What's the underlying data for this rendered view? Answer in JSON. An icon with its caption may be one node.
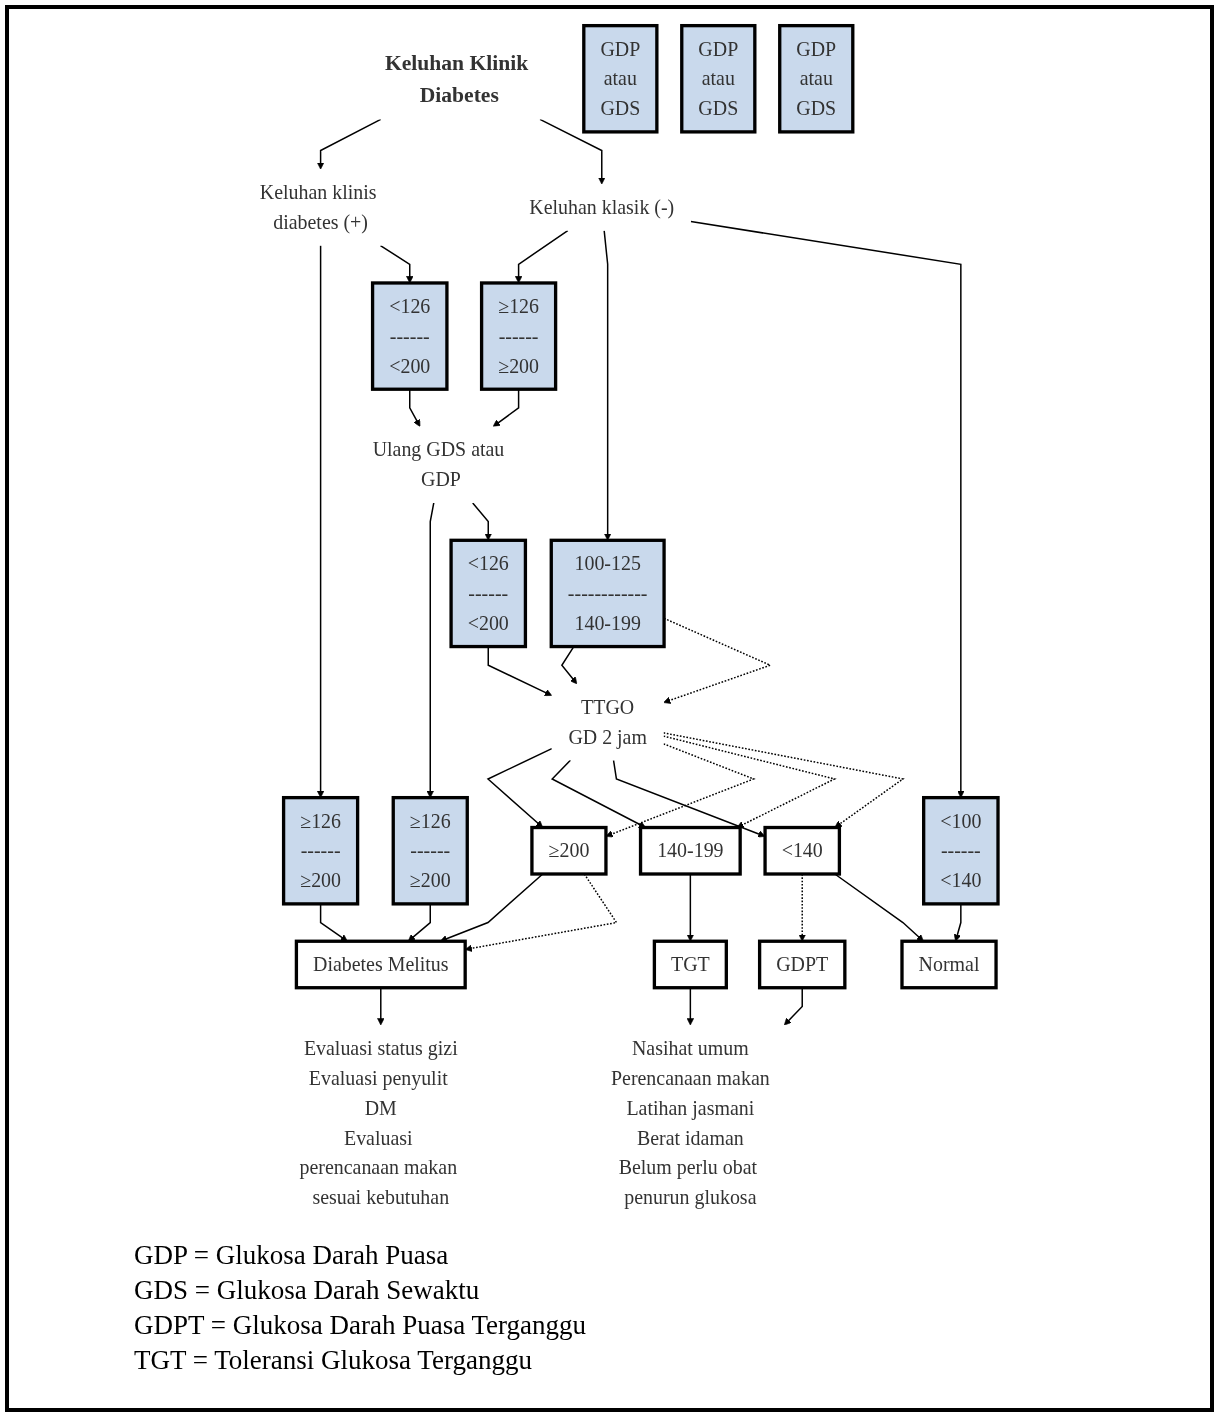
{
  "diagram": {
    "nodes": [
      {
        "text": [
          "Keluhan Klinik Diabetes"
        ]
      },
      {
        "text": [
          "Keluhan klinis diabetes (+)"
        ]
      },
      {
        "text": [
          "Keluhan klasik (-)"
        ]
      },
      {
        "text": [
          "GDP",
          "atau",
          "GDS"
        ]
      },
      {
        "text": [
          "≥126",
          "------",
          "≥200"
        ]
      },
      {
        "text": [
          "<126",
          "------",
          "<200"
        ]
      },
      {
        "text": [
          "GDP",
          "atau",
          "GDS"
        ]
      },
      {
        "text": [
          "≥126",
          "------",
          "≥200"
        ]
      },
      {
        "text": [
          "100-125",
          "------------",
          "140-199"
        ]
      },
      {
        "text": [
          "<100",
          "------",
          "<140"
        ]
      },
      {
        "text": [
          "Ulang GDS atau GDP"
        ]
      },
      {
        "text": [
          "GDP",
          "atau",
          "GDS"
        ]
      },
      {
        "text": [
          "≥126",
          "------",
          "≥200"
        ]
      },
      {
        "text": [
          "<126",
          "------",
          "<200"
        ]
      },
      {
        "text": [
          "TTGO",
          "GD 2 jam"
        ]
      },
      {
        "text": [
          "≥200"
        ]
      },
      {
        "text": [
          "140-199"
        ]
      },
      {
        "text": [
          "<140"
        ]
      },
      {
        "text": [
          "Diabetes Melitus"
        ]
      },
      {
        "text": [
          "TGT"
        ]
      },
      {
        "text": [
          "GDPT"
        ]
      },
      {
        "text": [
          "Normal"
        ]
      },
      {
        "text": [
          "Evaluasi status gizi",
          "Evaluasi penyulit DM",
          "Evaluasi perencanaan makan sesuai kebutuhan"
        ]
      },
      {
        "text": [
          "Nasihat umum",
          "Perencanaan makan",
          "Latihan jasmani",
          "Berat idaman",
          "Belum perlu obat penurun glukosa"
        ]
      }
    ],
    "edges": [
      {
        "from": 0,
        "to": 1,
        "arrow": "to"
      },
      {
        "from": 0,
        "to": 2,
        "arrow": "to"
      },
      {
        "from": 1,
        "to": 4,
        "arrow": "to"
      },
      {
        "from": 1,
        "to": 5,
        "arrow": "to"
      },
      {
        "from": 2,
        "to": 7,
        "arrow": "to"
      },
      {
        "from": 2,
        "to": 8,
        "arrow": "to"
      },
      {
        "from": 2,
        "to": 9,
        "arrow": "to"
      },
      {
        "from": 4,
        "to": 18,
        "arrow": "to"
      },
      {
        "from": 5,
        "to": 10,
        "arrow": "to"
      },
      {
        "from": 7,
        "to": 10,
        "arrow": "to"
      },
      {
        "from": 8,
        "to": 14,
        "arrow": "to"
      },
      {
        "from": 8,
        "to": 14,
        "arrow": "to",
        "style": "dashed"
      },
      {
        "from": 9,
        "to": 21,
        "arrow": "to"
      },
      {
        "from": 10,
        "to": 12,
        "arrow": "to"
      },
      {
        "from": 10,
        "to": 13,
        "arrow": "to"
      },
      {
        "from": 13,
        "to": 14,
        "arrow": "to"
      },
      {
        "from": 12,
        "to": 18,
        "arrow": "to"
      },
      {
        "from": 14,
        "to": 15,
        "arrow": "to"
      },
      {
        "from": 14,
        "to": 16,
        "arrow": "to"
      },
      {
        "from": 14,
        "to": 17,
        "arrow": "to"
      },
      {
        "from": 14,
        "to": 15,
        "arrow": "to",
        "style": "dashed"
      },
      {
        "from": 14,
        "to": 16,
        "arrow": "to",
        "style": "dashed"
      },
      {
        "from": 14,
        "to": 17,
        "arrow": "to",
        "style": "dashed"
      },
      {
        "from": 15,
        "to": 18,
        "arrow": "to"
      },
      {
        "from": 15,
        "to": 18,
        "arrow": "to",
        "style": "dashed"
      },
      {
        "from": 16,
        "to": 19,
        "arrow": "to"
      },
      {
        "from": 17,
        "to": 20,
        "arrow": "to",
        "style": "dashed"
      },
      {
        "from": 17,
        "to": 21,
        "arrow": "to"
      },
      {
        "from": 19,
        "to": 23,
        "arrow": "to"
      },
      {
        "from": 20,
        "to": 23,
        "arrow": "to"
      },
      {
        "from": 18,
        "to": 22,
        "arrow": "to"
      }
    ],
    "labels": [
      "GDP = Glukosa Darah Puasa",
      "GDS = Glukosa Darah Sewaktu",
      "GDPT = Glukosa Darah Puasa Terganggu",
      "TGT = Toleransi Glukosa Terganggu"
    ]
  }
}
